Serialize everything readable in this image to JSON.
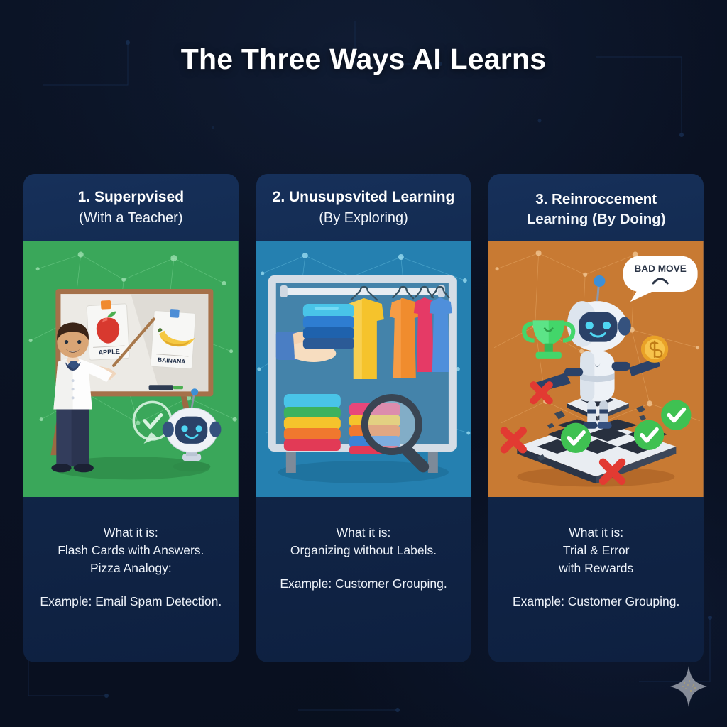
{
  "page": {
    "title": "The Three Ways AI Learns",
    "background_color": "#0a1122",
    "card_color": "#12284b",
    "title_color": "#ffffff",
    "watermark_icon": "sparkle-icon"
  },
  "cards": [
    {
      "heading": "1. Superpvised",
      "subheading": "(With a Teacher)",
      "panel_color": "#3aa75a",
      "illustration_name": "teacher-whiteboard-flashcards",
      "illustration_labels": {
        "card_one": "APPLE",
        "card_two": "BAINANA"
      },
      "what_label": "What it is:",
      "what_value": "Flash Cards with Answers.\nPizza Analogy:",
      "example": "Example: Email Spam Detection."
    },
    {
      "heading": "2. Unusupsvited Learning",
      "subheading": "(By Exploring)",
      "panel_color": "#2580b0",
      "illustration_name": "wardrobe-clothes-magnifier",
      "illustration_labels": {},
      "what_label": "What it is:",
      "what_value": "Organizing without Labels.",
      "example": "Example: Customer Grouping."
    },
    {
      "heading": "3. Reinroccement",
      "subheading": "Learning (By Doing)",
      "panel_color": "#c87a33",
      "illustration_name": "robot-chessboard-trophy",
      "illustration_labels": {
        "speech_bubble": "BAD MOVE"
      },
      "what_label": "What it is:",
      "what_value": "Trial & Error\nwith Rewards",
      "example": "Example: Customer Grouping."
    }
  ]
}
